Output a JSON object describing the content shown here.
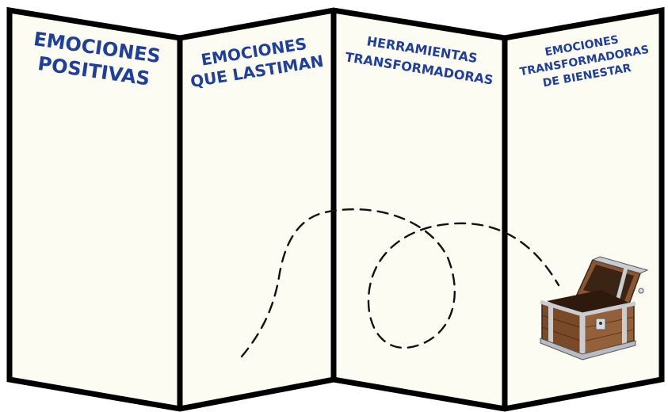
{
  "colors": {
    "title_text": "#1f3f9e",
    "paper": "#fdfcf2",
    "outline": "#000000",
    "chest_wood": "#8a5530",
    "chest_metal": "#c9cdd2"
  },
  "panels": [
    {
      "name": "panel-emociones-positivas",
      "lines": [
        "EMOCIONES",
        "POSITIVAS"
      ]
    },
    {
      "name": "panel-emociones-que-lastiman",
      "lines": [
        "EMOCIONES",
        "QUE LASTIMAN"
      ]
    },
    {
      "name": "panel-herramientas-transformadoras",
      "lines": [
        "HERRAMIENTAS",
        "TRANSFORMADORAS"
      ]
    },
    {
      "name": "panel-emociones-transformadoras-de-bienestar",
      "lines": [
        "EMOCIONES",
        "TRANSFORMADORAS",
        "DE BIENESTAR"
      ]
    }
  ],
  "icons": {
    "trail": "dashed-path-icon",
    "chest": "treasure-chest-icon"
  }
}
